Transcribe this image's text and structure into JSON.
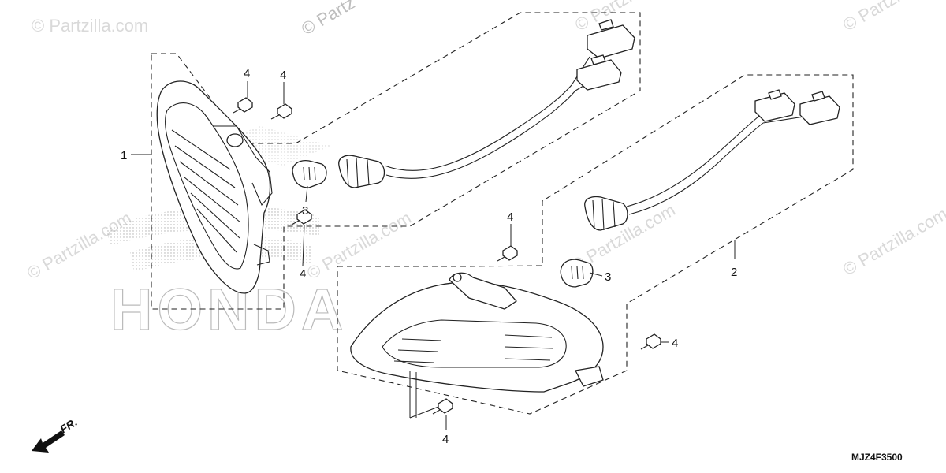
{
  "watermarks": {
    "text": "© Partzilla.com",
    "top_text": "© Partz"
  },
  "logo": {
    "text": "HONDA"
  },
  "callouts": {
    "c1": "1",
    "c2": "2",
    "c3a": "3",
    "c3b": "3",
    "c4a": "4",
    "c4b": "4",
    "c4c": "4",
    "c4d": "4",
    "c4e": "4",
    "c4f": "4"
  },
  "direction": {
    "label": "FR."
  },
  "diagram_code": "MJZ4F3500",
  "colors": {
    "line": "#222222",
    "watermark": "#d9d9d9"
  }
}
